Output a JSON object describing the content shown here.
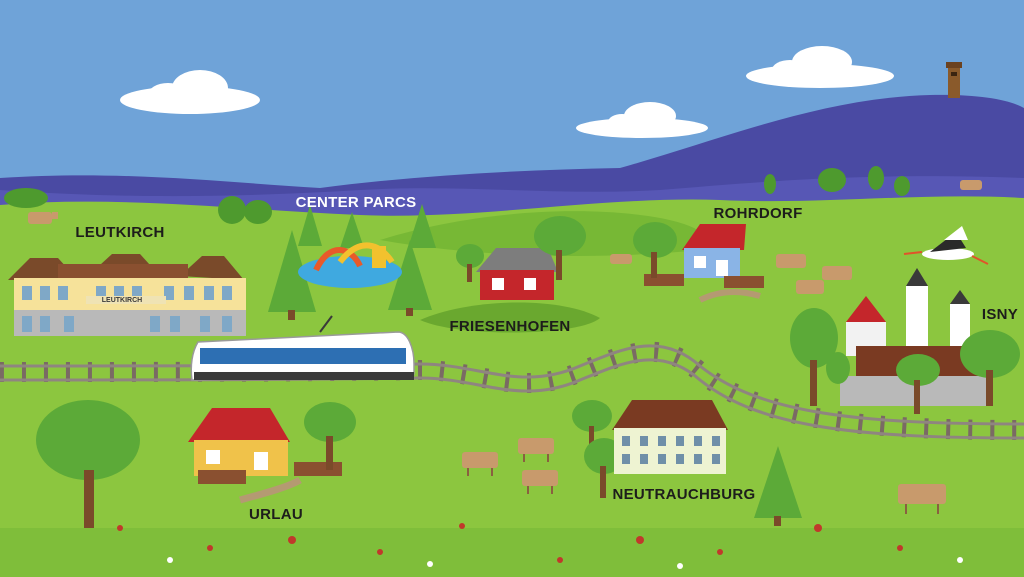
{
  "map": {
    "colors": {
      "sky": "#6fa3d8",
      "mountain_far": "#4a4aa3",
      "mountain_near": "#5757b5",
      "grass": "#8cc63f",
      "grass_dark": "#6aa82f",
      "rail": "#7a6a64",
      "tram_body": "#ffffff",
      "tram_window": "#2d6fb3",
      "roof_red": "#c92a2a",
      "house_blue": "#8ab4e6",
      "house_yellow": "#f0c24a"
    },
    "places": [
      {
        "id": "leutkirch",
        "label": "LEUTKIRCH"
      },
      {
        "id": "center-parcs",
        "label": "CENTER PARCS"
      },
      {
        "id": "rohrdorf",
        "label": "ROHRDORF"
      },
      {
        "id": "friesenhofen",
        "label": "FRIESENHOFEN"
      },
      {
        "id": "isny",
        "label": "ISNY"
      },
      {
        "id": "urlau",
        "label": "URLAU"
      },
      {
        "id": "neutrauchburg",
        "label": "NEUTRAUCHBURG"
      }
    ],
    "station_sign": "LEUTKIRCH"
  }
}
